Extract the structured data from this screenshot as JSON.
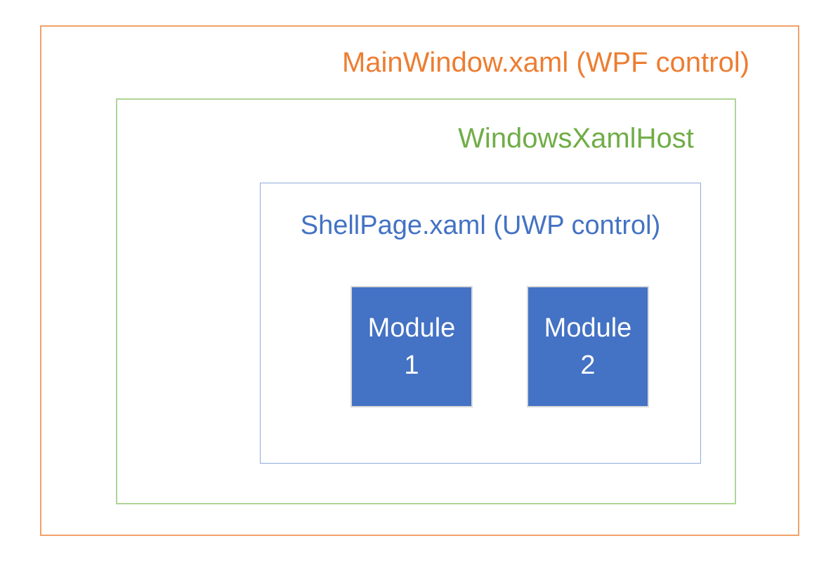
{
  "diagram": {
    "background": "#FFFFFF",
    "main_window": {
      "label": "MainWindow.xaml (WPF control)",
      "text_color": "#ED7D31",
      "border_color": "#F1A16A"
    },
    "xaml_host": {
      "label": "WindowsXamlHost",
      "text_color": "#70AD47",
      "border_color": "#AFD496"
    },
    "shell_page": {
      "label": "ShellPage.xaml (UWP control)",
      "text_color": "#4472C4",
      "border_color": "#8FAADC"
    },
    "modules": [
      {
        "name": "Module",
        "number": "1"
      },
      {
        "name": "Module",
        "number": "2"
      }
    ],
    "module_style": {
      "fill": "#4472C4",
      "text_color": "#FFFFFF",
      "border_color": "#D9D9D9"
    }
  }
}
